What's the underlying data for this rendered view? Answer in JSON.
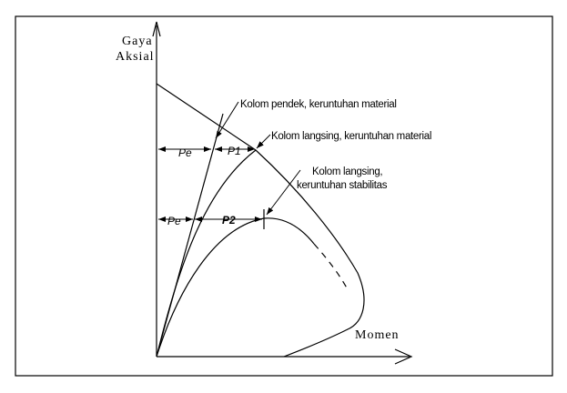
{
  "axes": {
    "y_label_line1": "Gaya",
    "y_label_line2": "Aksial",
    "x_label": "Momen"
  },
  "curves": {
    "short_column": "Kolom pendek, keruntuhan material",
    "slender_material": "Kolom langsing, keruntuhan material",
    "slender_stability_line1": "Kolom langsing,",
    "slender_stability_line2": "keruntuhan stabilitas"
  },
  "dimensions": {
    "pe_upper": "Pe",
    "p1": "P1",
    "pe_lower": "Pe",
    "p2": "P2"
  },
  "colors": {
    "stroke": "#000000",
    "background": "#ffffff"
  }
}
